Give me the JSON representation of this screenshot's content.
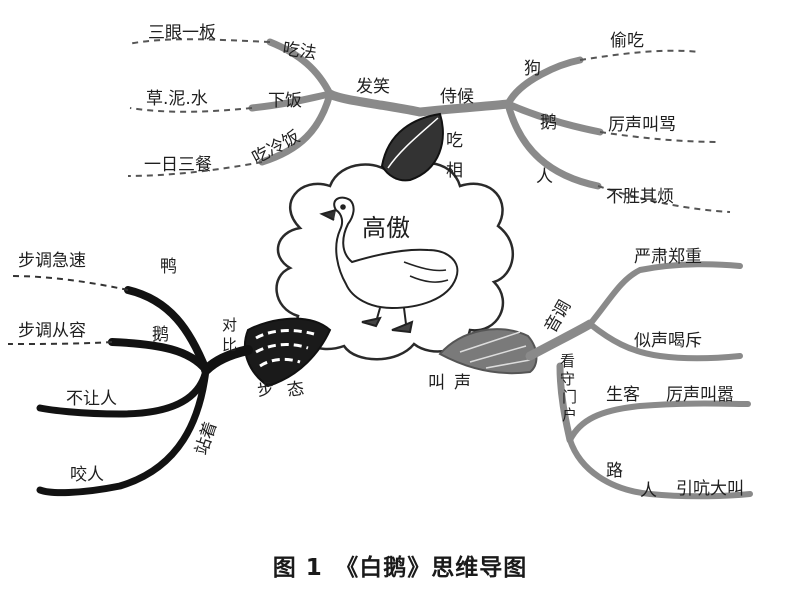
{
  "center": {
    "title": "高傲"
  },
  "branches": {
    "eat": {
      "label": "吃相",
      "food_branch": {
        "label": "发笑",
        "items": [
          {
            "label": "吃法",
            "leaf": "三眼一板"
          },
          {
            "label": "下饭",
            "leaf": "草.泥.水"
          },
          {
            "label": "吃冷饭",
            "leaf": "一日三餐"
          }
        ]
      },
      "servant_branch": {
        "label": "侍候",
        "items": [
          {
            "label": "狗",
            "leaf": "偷吃"
          },
          {
            "label": "鹅",
            "leaf": "厉声叫骂"
          },
          {
            "label": "人",
            "leaf": "不胜其烦"
          }
        ]
      }
    },
    "walk": {
      "label": "步态",
      "sub_label": "站着",
      "compare": {
        "label": "对比",
        "items": [
          {
            "label": "鸭",
            "leaf": "步调急速"
          },
          {
            "label": "鹅",
            "leaf": "步调从容"
          }
        ]
      },
      "bottom_items": [
        "不让人",
        "咬人"
      ]
    },
    "voice": {
      "label": "叫声",
      "tone": {
        "label": "音调",
        "leaves": [
          "严肃郑重",
          "似声喝斥"
        ]
      },
      "guard": {
        "label": "看守门户",
        "items": [
          {
            "label": "生客",
            "leaf": "厉声叫嚣"
          },
          {
            "label": "路人",
            "leaf": "引吭大叫"
          }
        ]
      }
    }
  },
  "caption": "图 1　《白鹅》思维导图",
  "colors": {
    "branch_gray": "#8a8a8a",
    "branch_black": "#121212",
    "ink": "#1f1f1f"
  }
}
